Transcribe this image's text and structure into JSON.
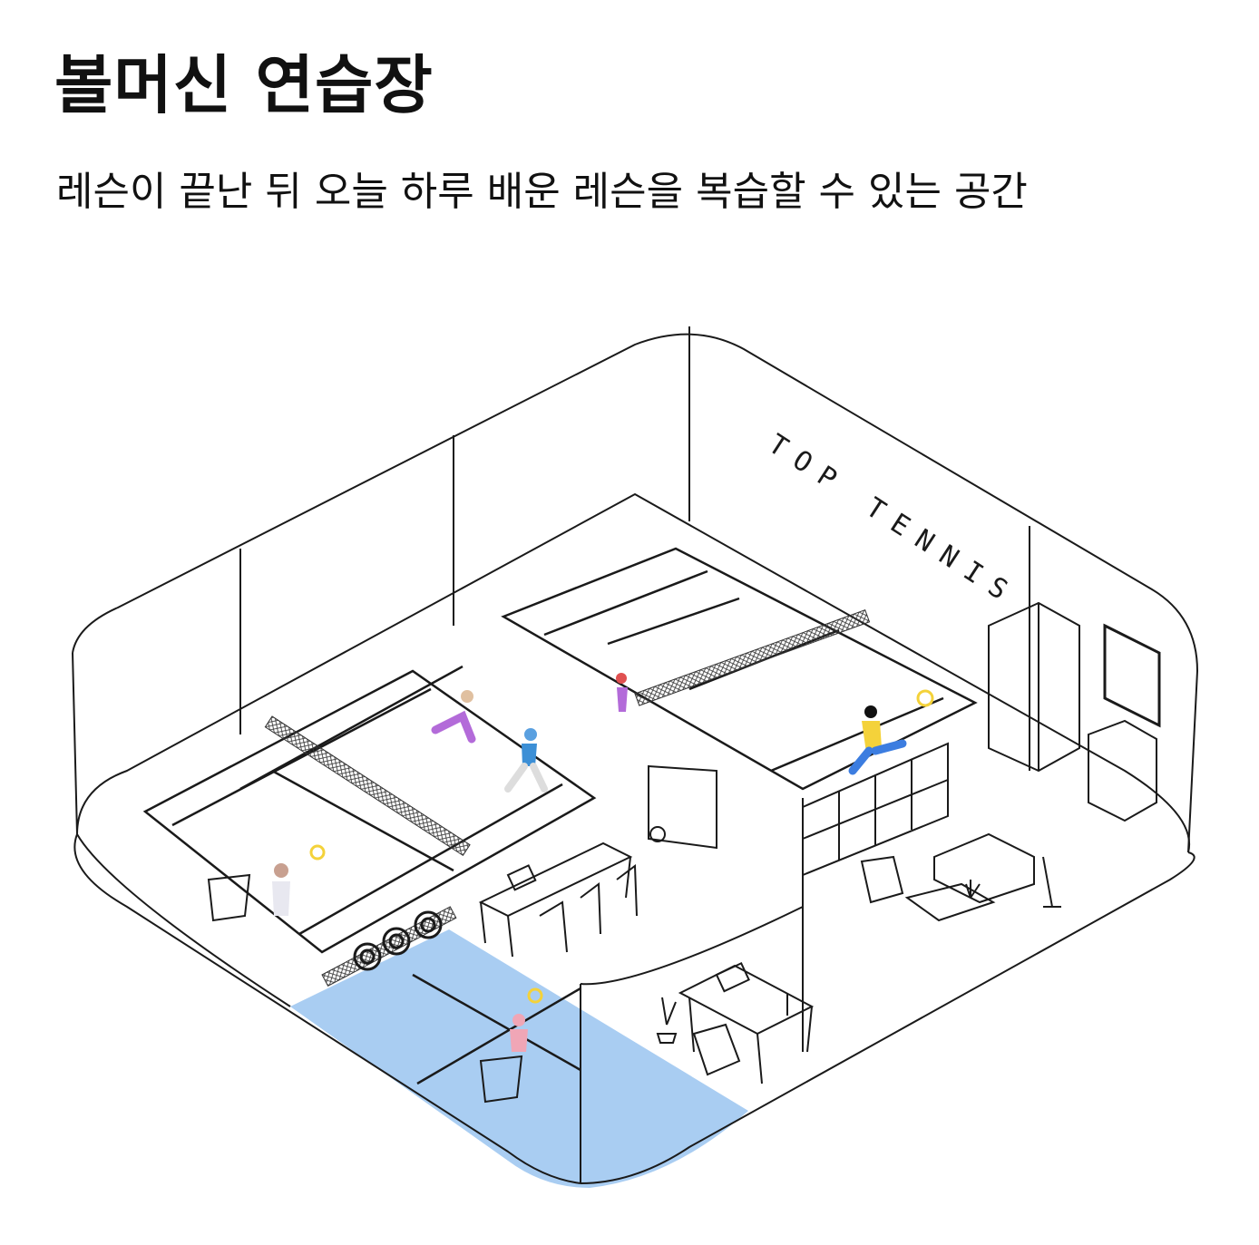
{
  "header": {
    "title": "볼머신 연습장",
    "subtitle": "레슨이 끝난 뒤 오늘 하루 배운 레슨을 복습할 수 있는 공간"
  },
  "illustration": {
    "wall_sign": "TOP TENNIS",
    "icons": [
      "tennis-court-icon",
      "tennis-net-icon",
      "ball-machine-icon",
      "ball-cart-icon",
      "player-icon",
      "locker-icon",
      "shower-icon",
      "sofa-icon",
      "desk-icon",
      "plant-icon"
    ],
    "colors": {
      "highlight": "#a9cdf2",
      "line": "#1a1a1a",
      "player_yellow": "#f4d23a",
      "player_blue": "#3c7de0",
      "player_purple": "#b36bd9",
      "player_pink": "#f0a6b6"
    }
  }
}
